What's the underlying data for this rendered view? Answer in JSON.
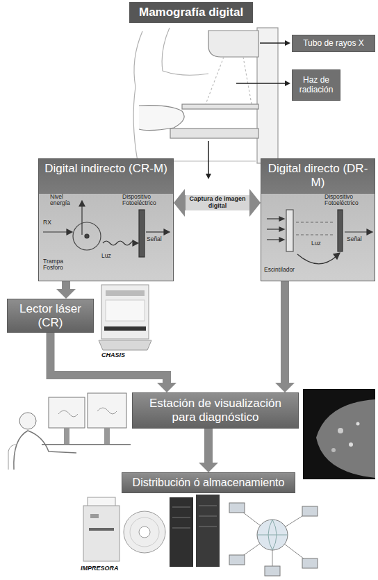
{
  "diagram": {
    "title": "Mamografía digital",
    "nodes": [
      {
        "text": [
          "Tubo de rayos X"
        ]
      },
      {
        "text": [
          "Haz de radiación"
        ]
      },
      {
        "text": [
          "Digital indirecto (CR-M)"
        ]
      },
      {
        "text": [
          "Digital directo (DR-M)"
        ]
      },
      {
        "text": [
          "Lector láser (CR)"
        ]
      },
      {
        "text": [
          "Estación de visualización para diagnóstico"
        ]
      },
      {
        "text": [
          "Distribución ó almacenamiento"
        ]
      }
    ],
    "edges": [
      {
        "from": 2,
        "to": 3,
        "arrow": "both",
        "label": "Captura de imagen digital"
      },
      {
        "from": 2,
        "to": 4,
        "arrow": "to"
      },
      {
        "from": 4,
        "to": 5,
        "arrow": "to"
      },
      {
        "from": 3,
        "to": 5,
        "arrow": "to"
      },
      {
        "from": 5,
        "to": 6,
        "arrow": "to"
      }
    ],
    "labels": [
      "Nivel energía",
      "RX",
      "Trampa Fosforo",
      "Luz",
      "Dispositivo Fotoeléctrico",
      "Señal",
      "Dispositivo Fotoeléctrico",
      "Escintilador",
      "Luz",
      "Señal",
      "CHASIS",
      "IMPRESORA"
    ]
  }
}
